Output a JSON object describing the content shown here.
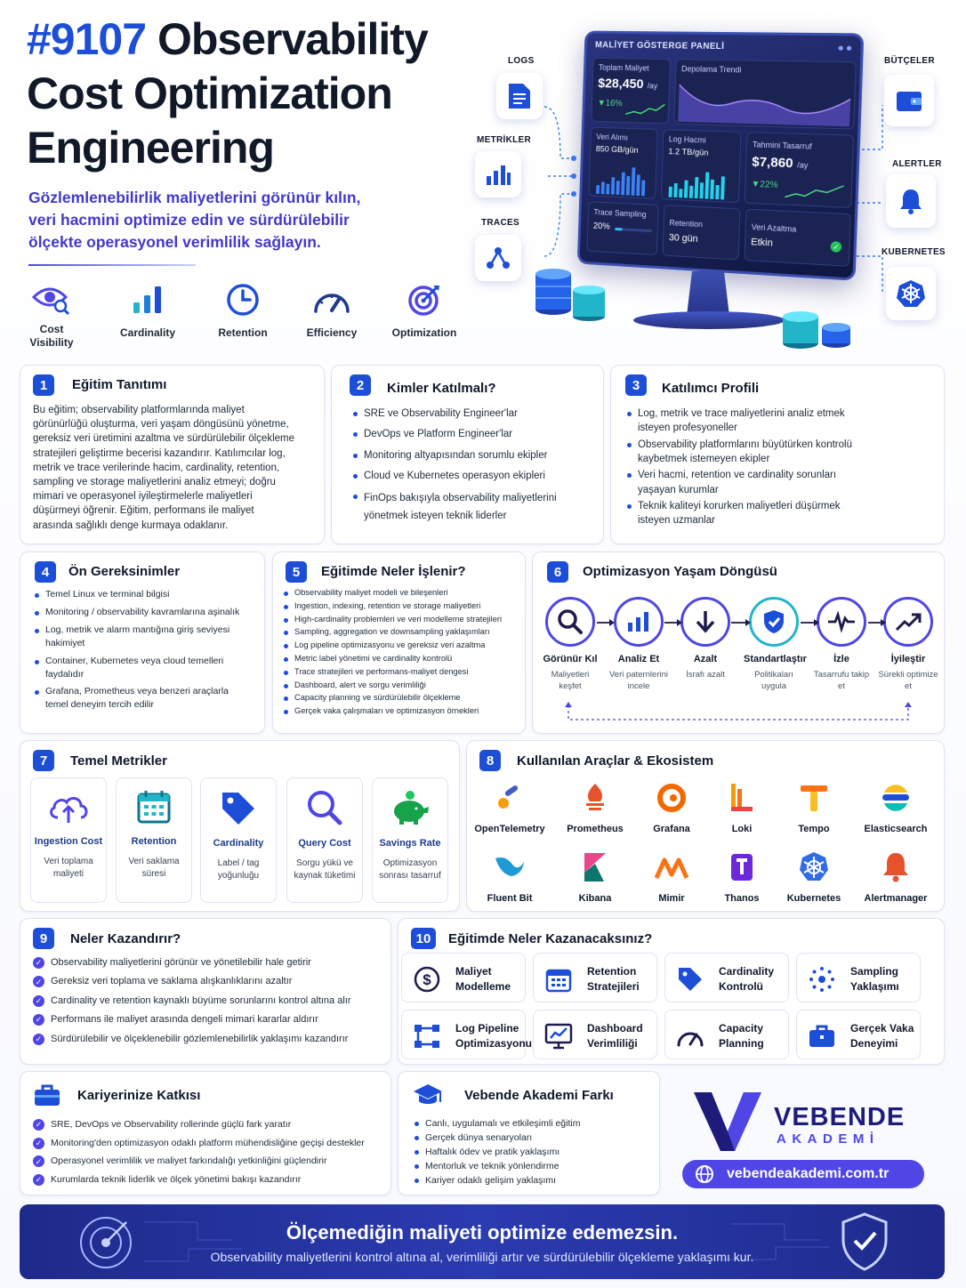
{
  "title": {
    "hash": "#9107",
    "line1": "Observability",
    "line2": "Cost Optimization",
    "line3": "Engineering"
  },
  "subtitle": [
    "Gözlemlenebilirlik maliyetlerini görünür kılın,",
    "veri hacmini optimize edin ve sürdürülebilir",
    "ölçekte operasyonel verimlilik sağlayın."
  ],
  "features": [
    {
      "label": "Cost Visibility",
      "icon": "eye-search-icon"
    },
    {
      "label": "Cardinality",
      "icon": "bar-chart-icon"
    },
    {
      "label": "Retention",
      "icon": "clock-icon"
    },
    {
      "label": "Efficiency",
      "icon": "gauge-icon"
    },
    {
      "label": "Optimization",
      "icon": "target-icon"
    }
  ],
  "dashboard": {
    "title": "MALİYET GÖSTERGE PANELİ",
    "total_cost_label": "Toplam Maliyet",
    "total_cost_value": "$28,450",
    "total_cost_unit": "/ay",
    "total_cost_change": "▼16%",
    "storage_trend_label": "Depolama Trendi",
    "data_rate_label": "Veri Alımı",
    "data_rate_value": "850 GB/gün",
    "log_volume_label": "Log Hacmi",
    "log_volume_value": "1.2 TB/gün",
    "savings_label": "Tahmini Tasarruf",
    "savings_value": "$7,860",
    "savings_unit": "/ay",
    "savings_change": "▼22%",
    "trace_label": "Trace Sampling",
    "trace_value": "20%",
    "trace_fraction": 0.2,
    "retention_label": "Retention",
    "retention_value": "30 gün",
    "reduction_label": "Veri Azaltma",
    "reduction_value": "Etkin"
  },
  "side_labels": {
    "logs": "LOGS",
    "metrics": "METRİKLER",
    "traces": "TRACES",
    "budgets": "BÜTÇELER",
    "alerts": "ALERTLER",
    "kubernetes": "KUBERNETES"
  },
  "s1": {
    "num": "1",
    "title": "Eğitim Tanıtımı",
    "lines": [
      "Bu eğitim; observability platformlarında maliyet",
      "görünürlüğü oluşturma, veri yaşam döngüsünü yönetme,",
      "gereksiz veri üretimini azaltma ve sürdürülebilir ölçekleme",
      "stratejileri geliştirme becerisi kazandırır. Katılımcılar log,",
      "metrik ve trace verilerinde hacim, cardinality, retention,",
      "sampling ve storage maliyetlerini analiz etmeyi; doğru",
      "mimari ve operasyonel iyileştirmelerle maliyetleri",
      "düşürmeyi öğrenir. Eğitim, performans ile maliyet",
      "arasında sağlıklı denge kurmaya odaklanır."
    ]
  },
  "s2": {
    "num": "2",
    "title": "Kimler Katılmalı?",
    "items": [
      "SRE ve Observability Engineer'lar",
      "DevOps ve Platform Engineer'lar",
      "Monitoring altyapısından sorumlu ekipler",
      "Cloud ve Kubernetes operasyon ekipleri",
      "FinOps bakışıyla observability maliyetlerini yönetmek isteyen teknik liderler"
    ]
  },
  "s3": {
    "num": "3",
    "title": "Katılımcı Profili",
    "items": [
      "Log, metrik ve trace maliyetlerini analiz etmek isteyen profesyoneller",
      "Observability platformlarını büyütürken kontrolü kaybetmek istemeyen ekipler",
      "Veri hacmi, retention ve cardinality sorunları yaşayan kurumlar",
      "Teknik kaliteyi korurken maliyetleri düşürmek isteyen uzmanlar"
    ]
  },
  "s4": {
    "num": "4",
    "title": "Ön Gereksinimler",
    "items": [
      "Temel Linux ve terminal bilgisi",
      "Monitoring / observability kavramlarına aşinalık",
      "Log, metrik ve alarm mantığına giriş seviyesi hakimiyet",
      "Container, Kubernetes veya cloud temelleri faydalıdır",
      "Grafana, Prometheus veya benzeri araçlarla temel deneyim tercih edilir"
    ]
  },
  "s5": {
    "num": "5",
    "title": "Eğitimde Neler İşlenir?",
    "items": [
      "Observability maliyet modeli ve bileşenleri",
      "Ingestion, indexing, retention ve storage maliyetleri",
      "High-cardinality problemleri ve veri modelleme stratejileri",
      "Sampling, aggregation ve downsampling yaklaşımları",
      "Log pipeline optimizasyonu ve gereksiz veri azaltma",
      "Metric label yönetimi ve cardinality kontrolü",
      "Trace stratejileri ve performans-maliyet dengesi",
      "Dashboard, alert ve sorgu verimliliği",
      "Capacity planning ve sürdürülebilir ölçekleme",
      "Gerçek vaka çalışmaları ve optimizasyon örnekleri"
    ]
  },
  "s6": {
    "num": "6",
    "title": "Optimizasyon Yaşam  Döngüsü",
    "steps": [
      {
        "title": "Görünür Kıl",
        "sub": "Maliyetleri keşfet",
        "icon": "magnifier-icon"
      },
      {
        "title": "Analiz Et",
        "sub": "Veri paternlerini incele",
        "icon": "bar-chart-icon"
      },
      {
        "title": "Azalt",
        "sub": "İsrafı azalt",
        "icon": "arrow-down-icon"
      },
      {
        "title": "Standartlaştır",
        "sub": "Politikaları uygula",
        "icon": "shield-check-icon"
      },
      {
        "title": "İzle",
        "sub": "Tasarrufu takip et",
        "icon": "pulse-icon"
      },
      {
        "title": "İyileştir",
        "sub": "Sürekli optimize et",
        "icon": "trend-up-icon"
      }
    ]
  },
  "s7": {
    "num": "7",
    "title": "Temel Metrikler",
    "tiles": [
      {
        "title": "Ingestion Cost",
        "sub": "Veri toplama maliyeti",
        "icon": "cloud-upload-icon"
      },
      {
        "title": "Retention",
        "sub": "Veri saklama süresi",
        "icon": "calendar-icon"
      },
      {
        "title": "Cardinality",
        "sub": "Label / tag yoğunluğu",
        "icon": "tag-icon"
      },
      {
        "title": "Query Cost",
        "sub": "Sorgu yükü ve kaynak tüketimi",
        "icon": "magnifier-icon"
      },
      {
        "title": "Savings Rate",
        "sub": "Optimizasyon sonrası tasarruf",
        "icon": "piggy-bank-icon"
      }
    ]
  },
  "s8": {
    "num": "8",
    "title": "Kullanılan Araçlar & Ekosistem",
    "tools": [
      {
        "name": "OpenTelemetry",
        "icon": "opentelemetry-icon",
        "color": "#f59e0b"
      },
      {
        "name": "Prometheus",
        "icon": "prometheus-icon",
        "color": "#e6522c"
      },
      {
        "name": "Grafana",
        "icon": "grafana-icon",
        "color": "#f46800"
      },
      {
        "name": "Loki",
        "icon": "loki-icon",
        "color": "#f59e0b"
      },
      {
        "name": "Tempo",
        "icon": "tempo-icon",
        "color": "#f97316"
      },
      {
        "name": "Elasticsearch",
        "icon": "elasticsearch-icon",
        "color": "#00bfb3"
      },
      {
        "name": "Fluent Bit",
        "icon": "fluentbit-icon",
        "color": "#1e9bd7"
      },
      {
        "name": "Kibana",
        "icon": "kibana-icon",
        "color": "#e8478b"
      },
      {
        "name": "Mimir",
        "icon": "mimir-icon",
        "color": "#f97316"
      },
      {
        "name": "Thanos",
        "icon": "thanos-icon",
        "color": "#6d28d9"
      },
      {
        "name": "Kubernetes",
        "icon": "kubernetes-icon",
        "color": "#326ce5"
      },
      {
        "name": "Alertmanager",
        "icon": "bell-icon",
        "color": "#e6522c"
      }
    ]
  },
  "s9": {
    "num": "9",
    "title": "Neler Kazandırır?",
    "items": [
      "Observability maliyetlerini görünür ve yönetilebilir hale getirir",
      "Gereksiz veri toplama ve saklama alışkanlıklarını azaltır",
      "Cardinality ve retention kaynaklı büyüme sorunlarını kontrol altına alır",
      "Performans ile maliyet arasında dengeli mimari kararlar aldırır",
      "Sürdürülebilir ve ölçeklenebilir gözlemlenebilirlik yaklaşımı kazandırır"
    ]
  },
  "s10": {
    "num": "10",
    "title": "Eğitimde Neler Kazanacaksınız?",
    "tiles": [
      {
        "l1": "Maliyet",
        "l2": "Modelleme",
        "icon": "dollar-icon"
      },
      {
        "l1": "Retention",
        "l2": "Stratejileri",
        "icon": "calendar-icon"
      },
      {
        "l1": "Cardinality",
        "l2": "Kontrolü",
        "icon": "tag-icon"
      },
      {
        "l1": "Sampling",
        "l2": "Yaklaşımı",
        "icon": "dots-icon"
      },
      {
        "l1": "Log Pipeline",
        "l2": "Optimizasyonu",
        "icon": "pipeline-icon"
      },
      {
        "l1": "Dashboard",
        "l2": "Verimliliği",
        "icon": "chart-monitor-icon"
      },
      {
        "l1": "Capacity",
        "l2": "Planning",
        "icon": "gauge-icon"
      },
      {
        "l1": "Gerçek Vaka",
        "l2": "Deneyimi",
        "icon": "briefcase-icon"
      }
    ]
  },
  "career": {
    "title": "Kariyerinize Katkısı",
    "items": [
      "SRE, DevOps ve Observability rollerinde güçlü fark yaratır",
      "Monitoring'den optimizasyon odaklı platform mühendisliğine geçişi destekler",
      "Operasyonel verimlilik ve maliyet farkındalığı yetkinliğini güçlendirir",
      "Kurumlarda teknik liderlik ve ölçek yönetimi bakışı kazandırır"
    ]
  },
  "diff": {
    "title": "Vebende Akademi Farkı",
    "items": [
      "Canlı, uygulamalı ve etkileşimli eğitim",
      "Gerçek dünya senaryoları",
      "Haftalık ödev ve pratik yaklaşımı",
      "Mentorluk ve teknik yönlendirme",
      "Kariyer odaklı gelişim yaklaşımı"
    ]
  },
  "brand": {
    "name": "VEBENDE",
    "sub": "AKADEMİ",
    "url": "vebendeakademi.com.tr"
  },
  "footer": {
    "headline": "Ölçemediğin maliyeti optimize edemezsin.",
    "sub": "Observability maliyetlerini kontrol altına al, verimliliği artır ve sürdürülebilir ölçekleme yaklaşımı kur."
  },
  "colors": {
    "primary": "#1d4ed8",
    "accent": "#4f46e5",
    "dark": "#0f172a",
    "footer_bg": "#1e2a8a"
  }
}
